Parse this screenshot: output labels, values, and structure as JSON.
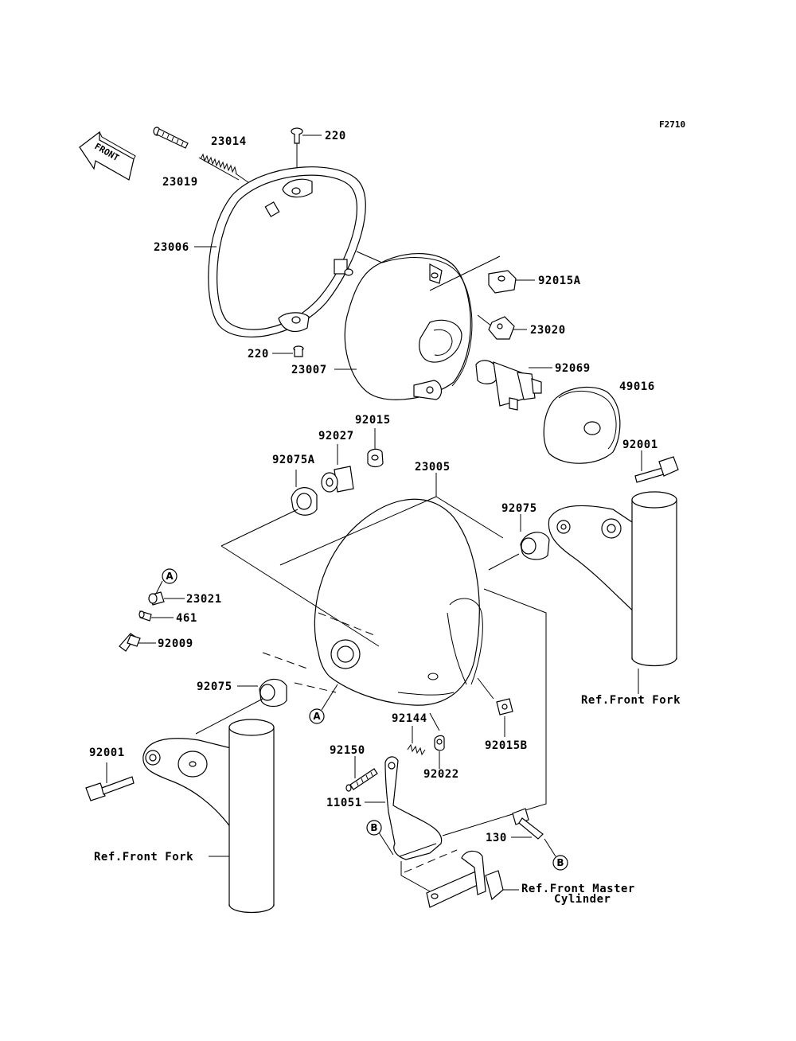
{
  "figure_code": "F2710",
  "front_arrow_label": "FRONT",
  "labels": {
    "p23014": "23014",
    "p23019": "23019",
    "p220_top": "220",
    "p23006": "23006",
    "p92015A": "92015A",
    "p23020": "23020",
    "p220_bottom": "220",
    "p23007": "23007",
    "p92069": "92069",
    "p49016": "49016",
    "p92015": "92015",
    "p92027": "92027",
    "p92075A": "92075A",
    "p23005": "23005",
    "p92001_right": "92001",
    "p92075_right": "92075",
    "p23021": "23021",
    "p461": "461",
    "p92009": "92009",
    "p92075_left": "92075",
    "p92144": "92144",
    "p92015B": "92015B",
    "p92150": "92150",
    "p92022": "92022",
    "p92001_left": "92001",
    "p11051": "11051",
    "p130": "130"
  },
  "refs": {
    "front_fork_right": "Ref.Front Fork",
    "front_fork_left": "Ref.Front Fork",
    "master_cylinder_line1": "Ref.Front Master",
    "master_cylinder_line2": "Cylinder"
  },
  "callouts": {
    "a1": "A",
    "a2": "A",
    "b1": "B",
    "b2": "B"
  }
}
